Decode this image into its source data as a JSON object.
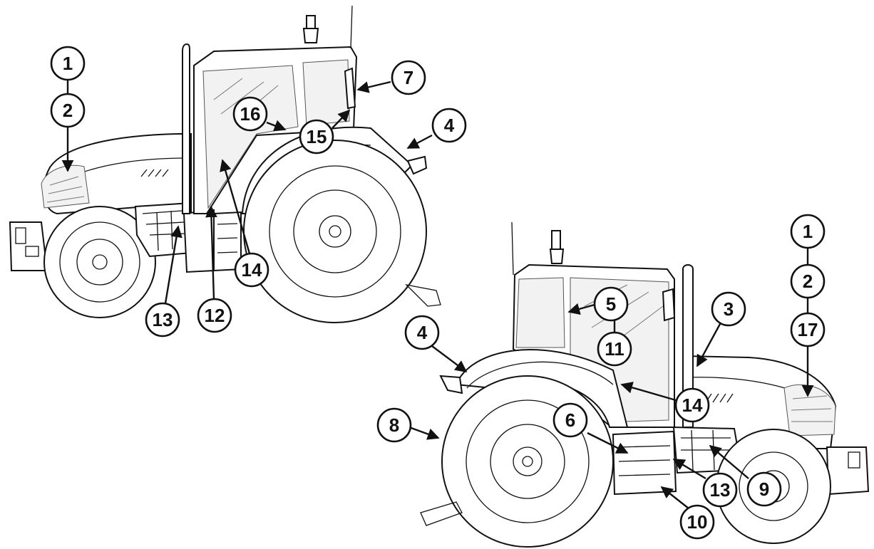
{
  "callouts": {
    "left": [
      "1",
      "2",
      "7",
      "16",
      "15",
      "4",
      "14",
      "13",
      "12"
    ],
    "right": [
      "1",
      "2",
      "17",
      "3",
      "5",
      "11",
      "4",
      "14",
      "8",
      "6",
      "13",
      "9",
      "10"
    ]
  }
}
